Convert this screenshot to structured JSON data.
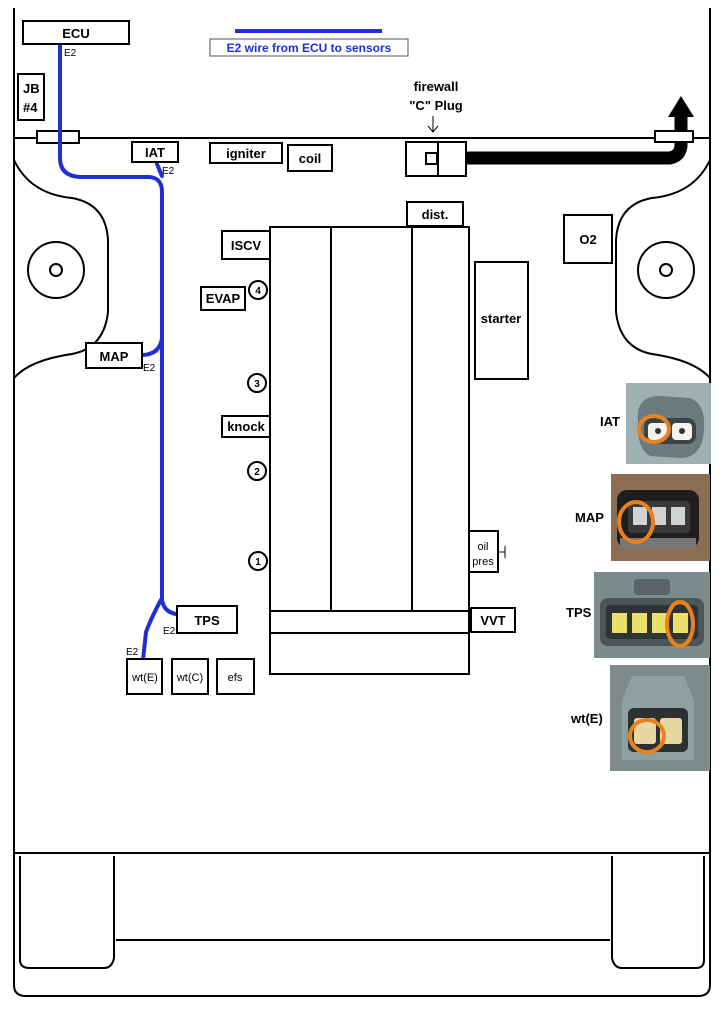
{
  "legend": {
    "text": "E2 wire from ECU to sensors",
    "color": "#1f2fd6"
  },
  "wire_color": "#1f2fd6",
  "components": {
    "ecu": "ECU",
    "jb": [
      "JB",
      "#4"
    ],
    "iat": "IAT",
    "igniter": "igniter",
    "coil": "coil",
    "firewall_plug": [
      "firewall",
      "\"C\" Plug"
    ],
    "dist": "dist.",
    "o2": "O2",
    "iscv": "ISCV",
    "evap": "EVAP",
    "starter": "starter",
    "map": "MAP",
    "knock": "knock",
    "oil_pres": [
      "oil",
      "pres"
    ],
    "tps": "TPS",
    "vvt": "VVT",
    "wt_e": "wt(E)",
    "wt_c": "wt(C)",
    "efs": "efs"
  },
  "e2_labels": {
    "ecu": "E2",
    "iat": "E2",
    "map": "E2",
    "tps": "E2",
    "wt_e": "E2"
  },
  "cylinders": [
    "4",
    "3",
    "2",
    "1"
  ],
  "photos": [
    {
      "label": "IAT",
      "connector": "2-pin gray connector",
      "highlight": "#e8821e"
    },
    {
      "label": "MAP",
      "connector": "3-pin black connector",
      "highlight": "#e8821e"
    },
    {
      "label": "TPS",
      "connector": "4-pin yellow-pin connector",
      "highlight": "#e8821e"
    },
    {
      "label": "wt(E)",
      "connector": "2-pin gray connector",
      "highlight": "#e8821e"
    }
  ]
}
